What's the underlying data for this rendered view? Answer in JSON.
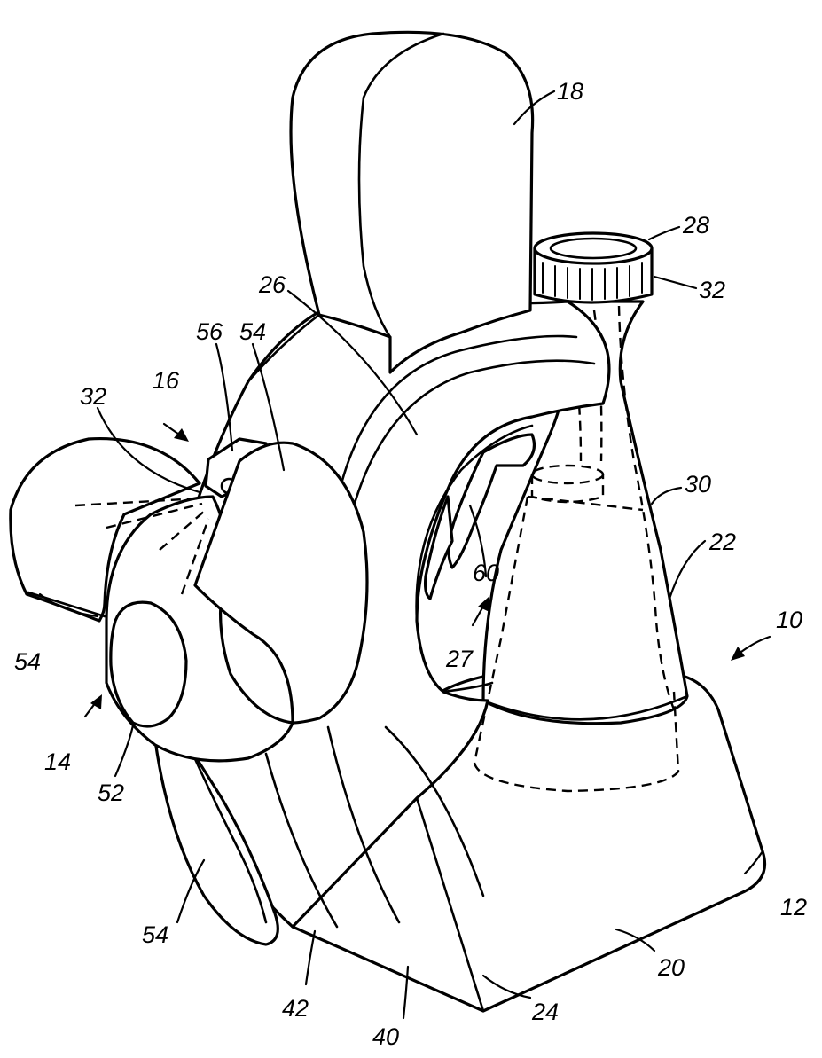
{
  "figure": {
    "reference_numerals": {
      "r18": "18",
      "r28": "28",
      "r32_cap": "32",
      "r26": "26",
      "r56": "56",
      "r54_top": "54",
      "r16": "16",
      "r32_mist": "32",
      "r30": "30",
      "r22": "22",
      "r60": "60",
      "r27": "27",
      "r10": "10",
      "r54_left": "54",
      "r14": "14",
      "r52": "52",
      "r12": "12",
      "r54_bottom": "54",
      "r20": "20",
      "r42": "42",
      "r24": "24",
      "r40": "40"
    }
  }
}
